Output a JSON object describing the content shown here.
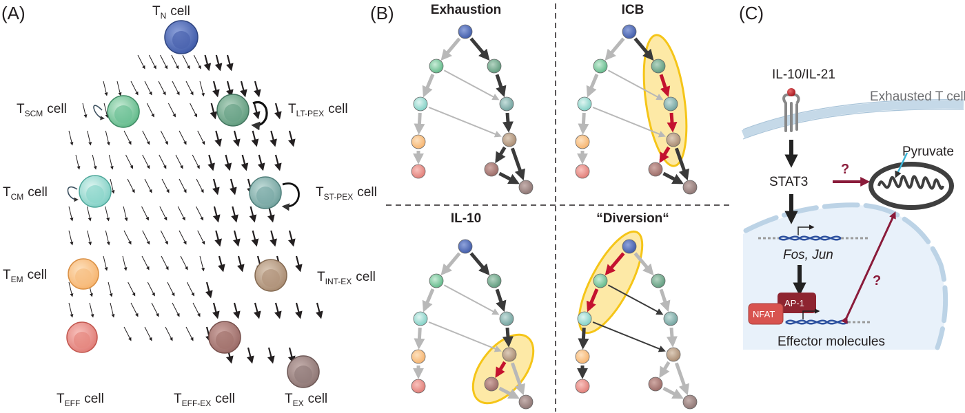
{
  "panels": {
    "a": {
      "letter": "(A)",
      "cell_word": "cell",
      "cells": [
        {
          "key": "tn",
          "main": "T",
          "sub": "N",
          "color": "#3f5aa8"
        },
        {
          "key": "tscm",
          "main": "T",
          "sub": "SCM",
          "color": "#5fb888"
        },
        {
          "key": "tltpex",
          "main": "T",
          "sub": "LT-PEX",
          "color": "#5e9a7c"
        },
        {
          "key": "tcm",
          "main": "T",
          "sub": "CM",
          "color": "#7fcfc4"
        },
        {
          "key": "tstpex",
          "main": "T",
          "sub": "ST-PEX",
          "color": "#6fa09c"
        },
        {
          "key": "tem",
          "main": "T",
          "sub": "EM",
          "color": "#f6b36d"
        },
        {
          "key": "tintex",
          "main": "T",
          "sub": "INT-EX",
          "color": "#a88a70"
        },
        {
          "key": "teff",
          "main": "T",
          "sub": "EFF",
          "color": "#e07c76"
        },
        {
          "key": "teffex",
          "main": "T",
          "sub": "EFF-EX",
          "color": "#9a6a66"
        },
        {
          "key": "tex",
          "main": "T",
          "sub": "EX",
          "color": "#8c7472"
        }
      ]
    },
    "b": {
      "letter": "(B)",
      "titles": {
        "exhaustion": "Exhaustion",
        "icb": "ICB",
        "il10": "IL-10",
        "diversion": "“Diversion“"
      }
    },
    "c": {
      "letter": "(C)",
      "cytokine": "IL-10/IL-21",
      "membrane_label": "Exhausted T cell",
      "stat3": "STAT3",
      "genes": "Fos, Jun",
      "ap1": "AP-1",
      "nfat": "NFAT",
      "effector": "Effector molecules",
      "pyruvate": "Pyruvate",
      "question": "?"
    }
  },
  "colors": {
    "question": "#8a1b3a",
    "highlight_fill": "#fde9a6",
    "highlight_stroke": "#f5c518",
    "red_arrow": "#c4122f",
    "dark_arrow": "#3a3a3a",
    "light_arrow": "#b8b8b8",
    "nucleus": "#e8f1fa",
    "membrane": "#bcd3e6"
  }
}
